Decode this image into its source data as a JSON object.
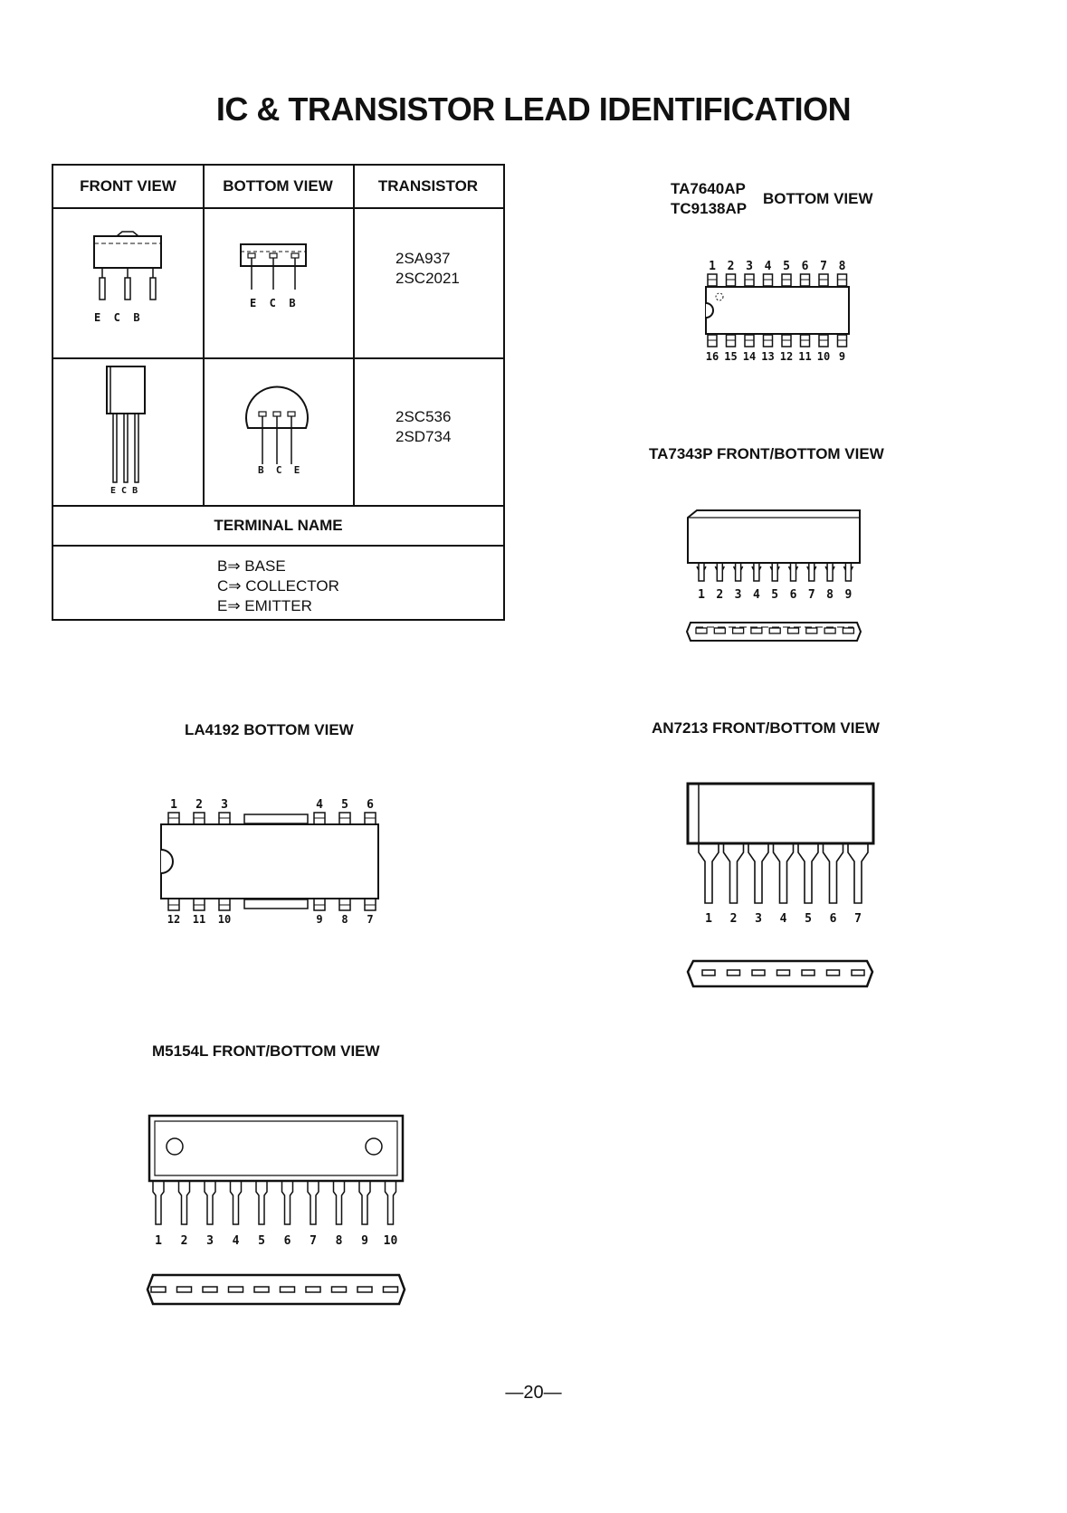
{
  "page": {
    "title": "IC & TRANSISTOR LEAD IDENTIFICATION",
    "page_number": "—20—"
  },
  "table": {
    "headers": [
      "FRONT VIEW",
      "BOTTOM VIEW",
      "TRANSISTOR"
    ],
    "rows": [
      {
        "front_pins": "E  C  B",
        "bottom_pins": "E  C  B",
        "parts": [
          "2SA937",
          "2SC2021"
        ]
      },
      {
        "front_pins": "E C B",
        "bottom_pins": "B  C  E",
        "parts": [
          "2SC536",
          "2SD734"
        ]
      }
    ],
    "terminal_header": "TERMINAL NAME",
    "terminals": [
      "B⇒ BASE",
      "C⇒ COLLECTOR",
      "E⇒ EMITTER"
    ]
  },
  "ta7640": {
    "names": [
      "TA7640AP",
      "TC9138AP"
    ],
    "view": "BOTTOM VIEW",
    "top_pins": [
      "1",
      "2",
      "3",
      "4",
      "5",
      "6",
      "7",
      "8"
    ],
    "bottom_pins": [
      "16",
      "15",
      "14",
      "13",
      "12",
      "11",
      "10",
      "9"
    ]
  },
  "ta7343": {
    "label": "TA7343P FRONT/BOTTOM VIEW",
    "pins": [
      "1",
      "2",
      "3",
      "4",
      "5",
      "6",
      "7",
      "8",
      "9"
    ]
  },
  "la4192": {
    "label": "LA4192 BOTTOM VIEW",
    "top_pins": [
      "1",
      "2",
      "3",
      "4",
      "5",
      "6"
    ],
    "bottom_pins": [
      "12",
      "11",
      "10",
      "9",
      "8",
      "7"
    ]
  },
  "an7213": {
    "label": "AN7213 FRONT/BOTTOM VIEW",
    "pins": [
      "1",
      "2",
      "3",
      "4",
      "5",
      "6",
      "7"
    ]
  },
  "m5154l": {
    "label": "M5154L FRONT/BOTTOM VIEW",
    "pins": [
      "1",
      "2",
      "3",
      "4",
      "5",
      "6",
      "7",
      "8",
      "9",
      "10"
    ]
  }
}
